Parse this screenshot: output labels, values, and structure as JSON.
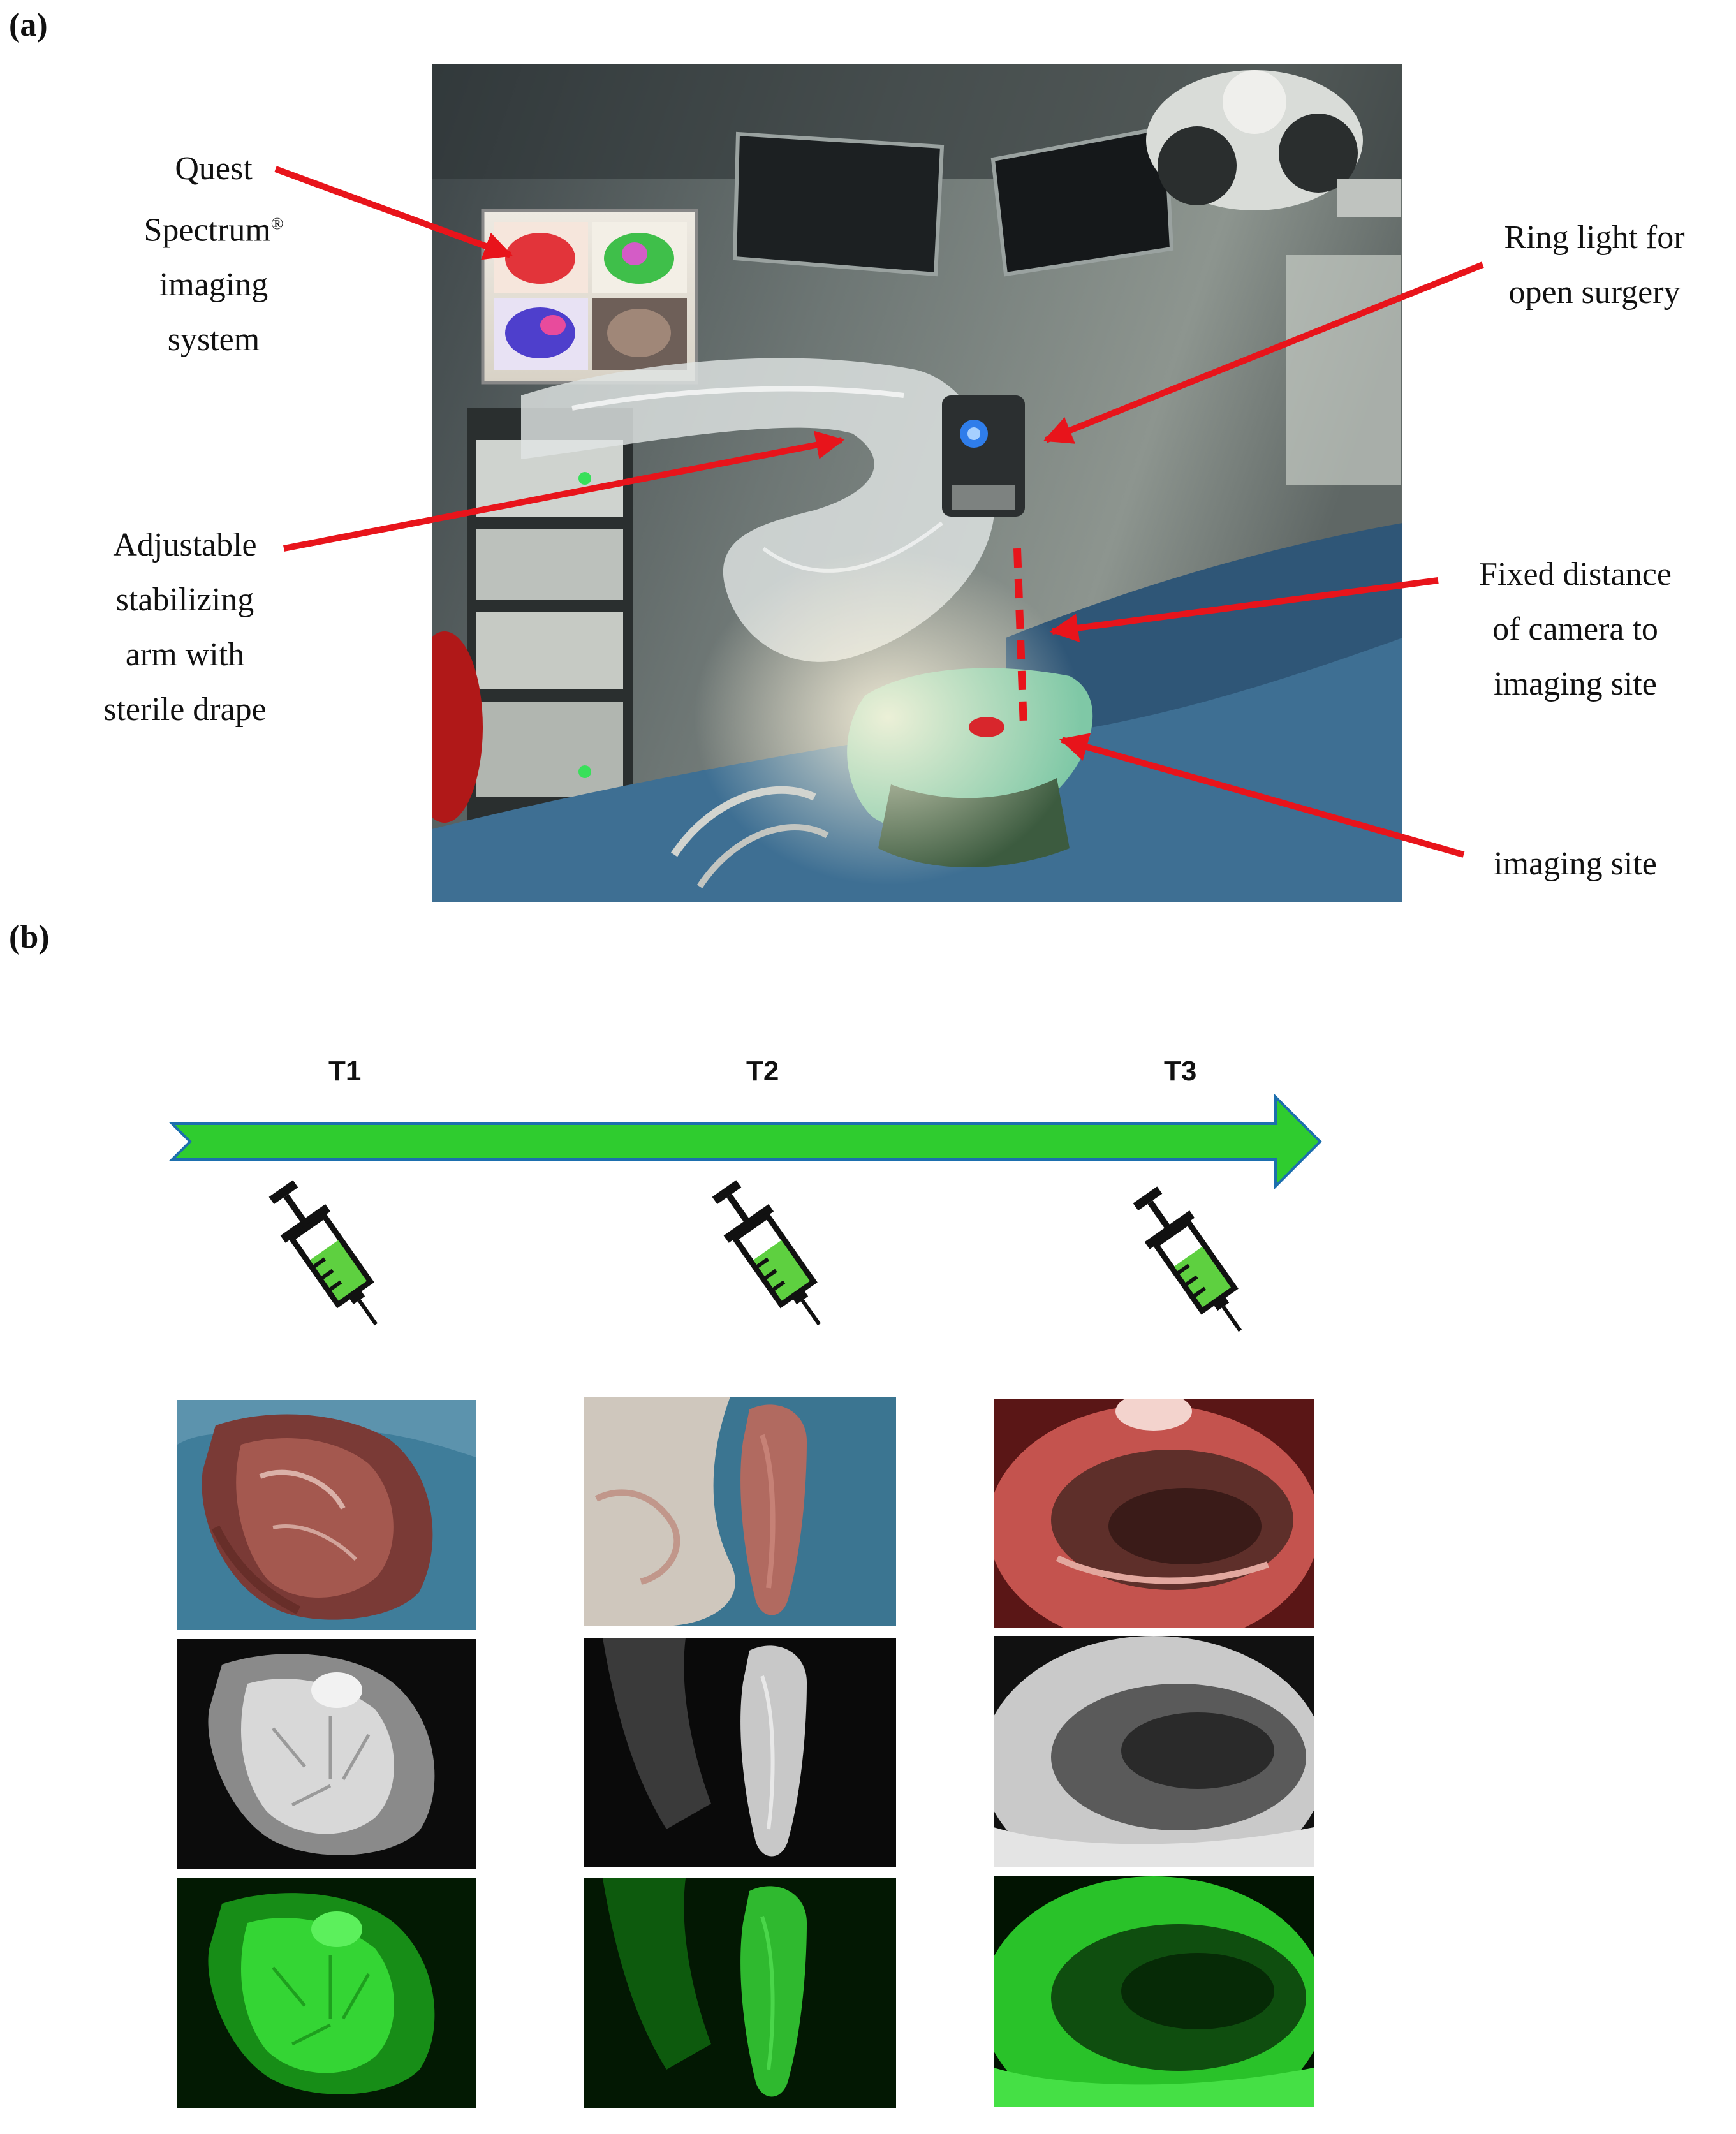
{
  "panel_a": {
    "label": "(a)",
    "callouts": {
      "quest": {
        "lines": [
          "Quest",
          "Spectrum",
          "imaging",
          "system"
        ],
        "mark": "®"
      },
      "ring": {
        "lines": [
          "Ring light for",
          "open surgery"
        ]
      },
      "arm": {
        "lines": [
          "Adjustable",
          "stabilizing",
          "arm with",
          "sterile drape"
        ]
      },
      "fixed": {
        "lines": [
          "Fixed distance",
          "of camera to",
          "imaging site"
        ]
      },
      "site": {
        "lines": [
          "imaging site"
        ]
      }
    },
    "colors": {
      "arrow": "#e8141b",
      "dashed_line": "#e8141b"
    }
  },
  "panel_b": {
    "label": "(b)",
    "timeline": {
      "points": [
        "T1",
        "T2",
        "T3"
      ],
      "arrow_color": "#2fcc2f",
      "icon": "syringe-icon"
    },
    "rows": [
      "color",
      "grayscale",
      "green-fluorescence"
    ]
  }
}
